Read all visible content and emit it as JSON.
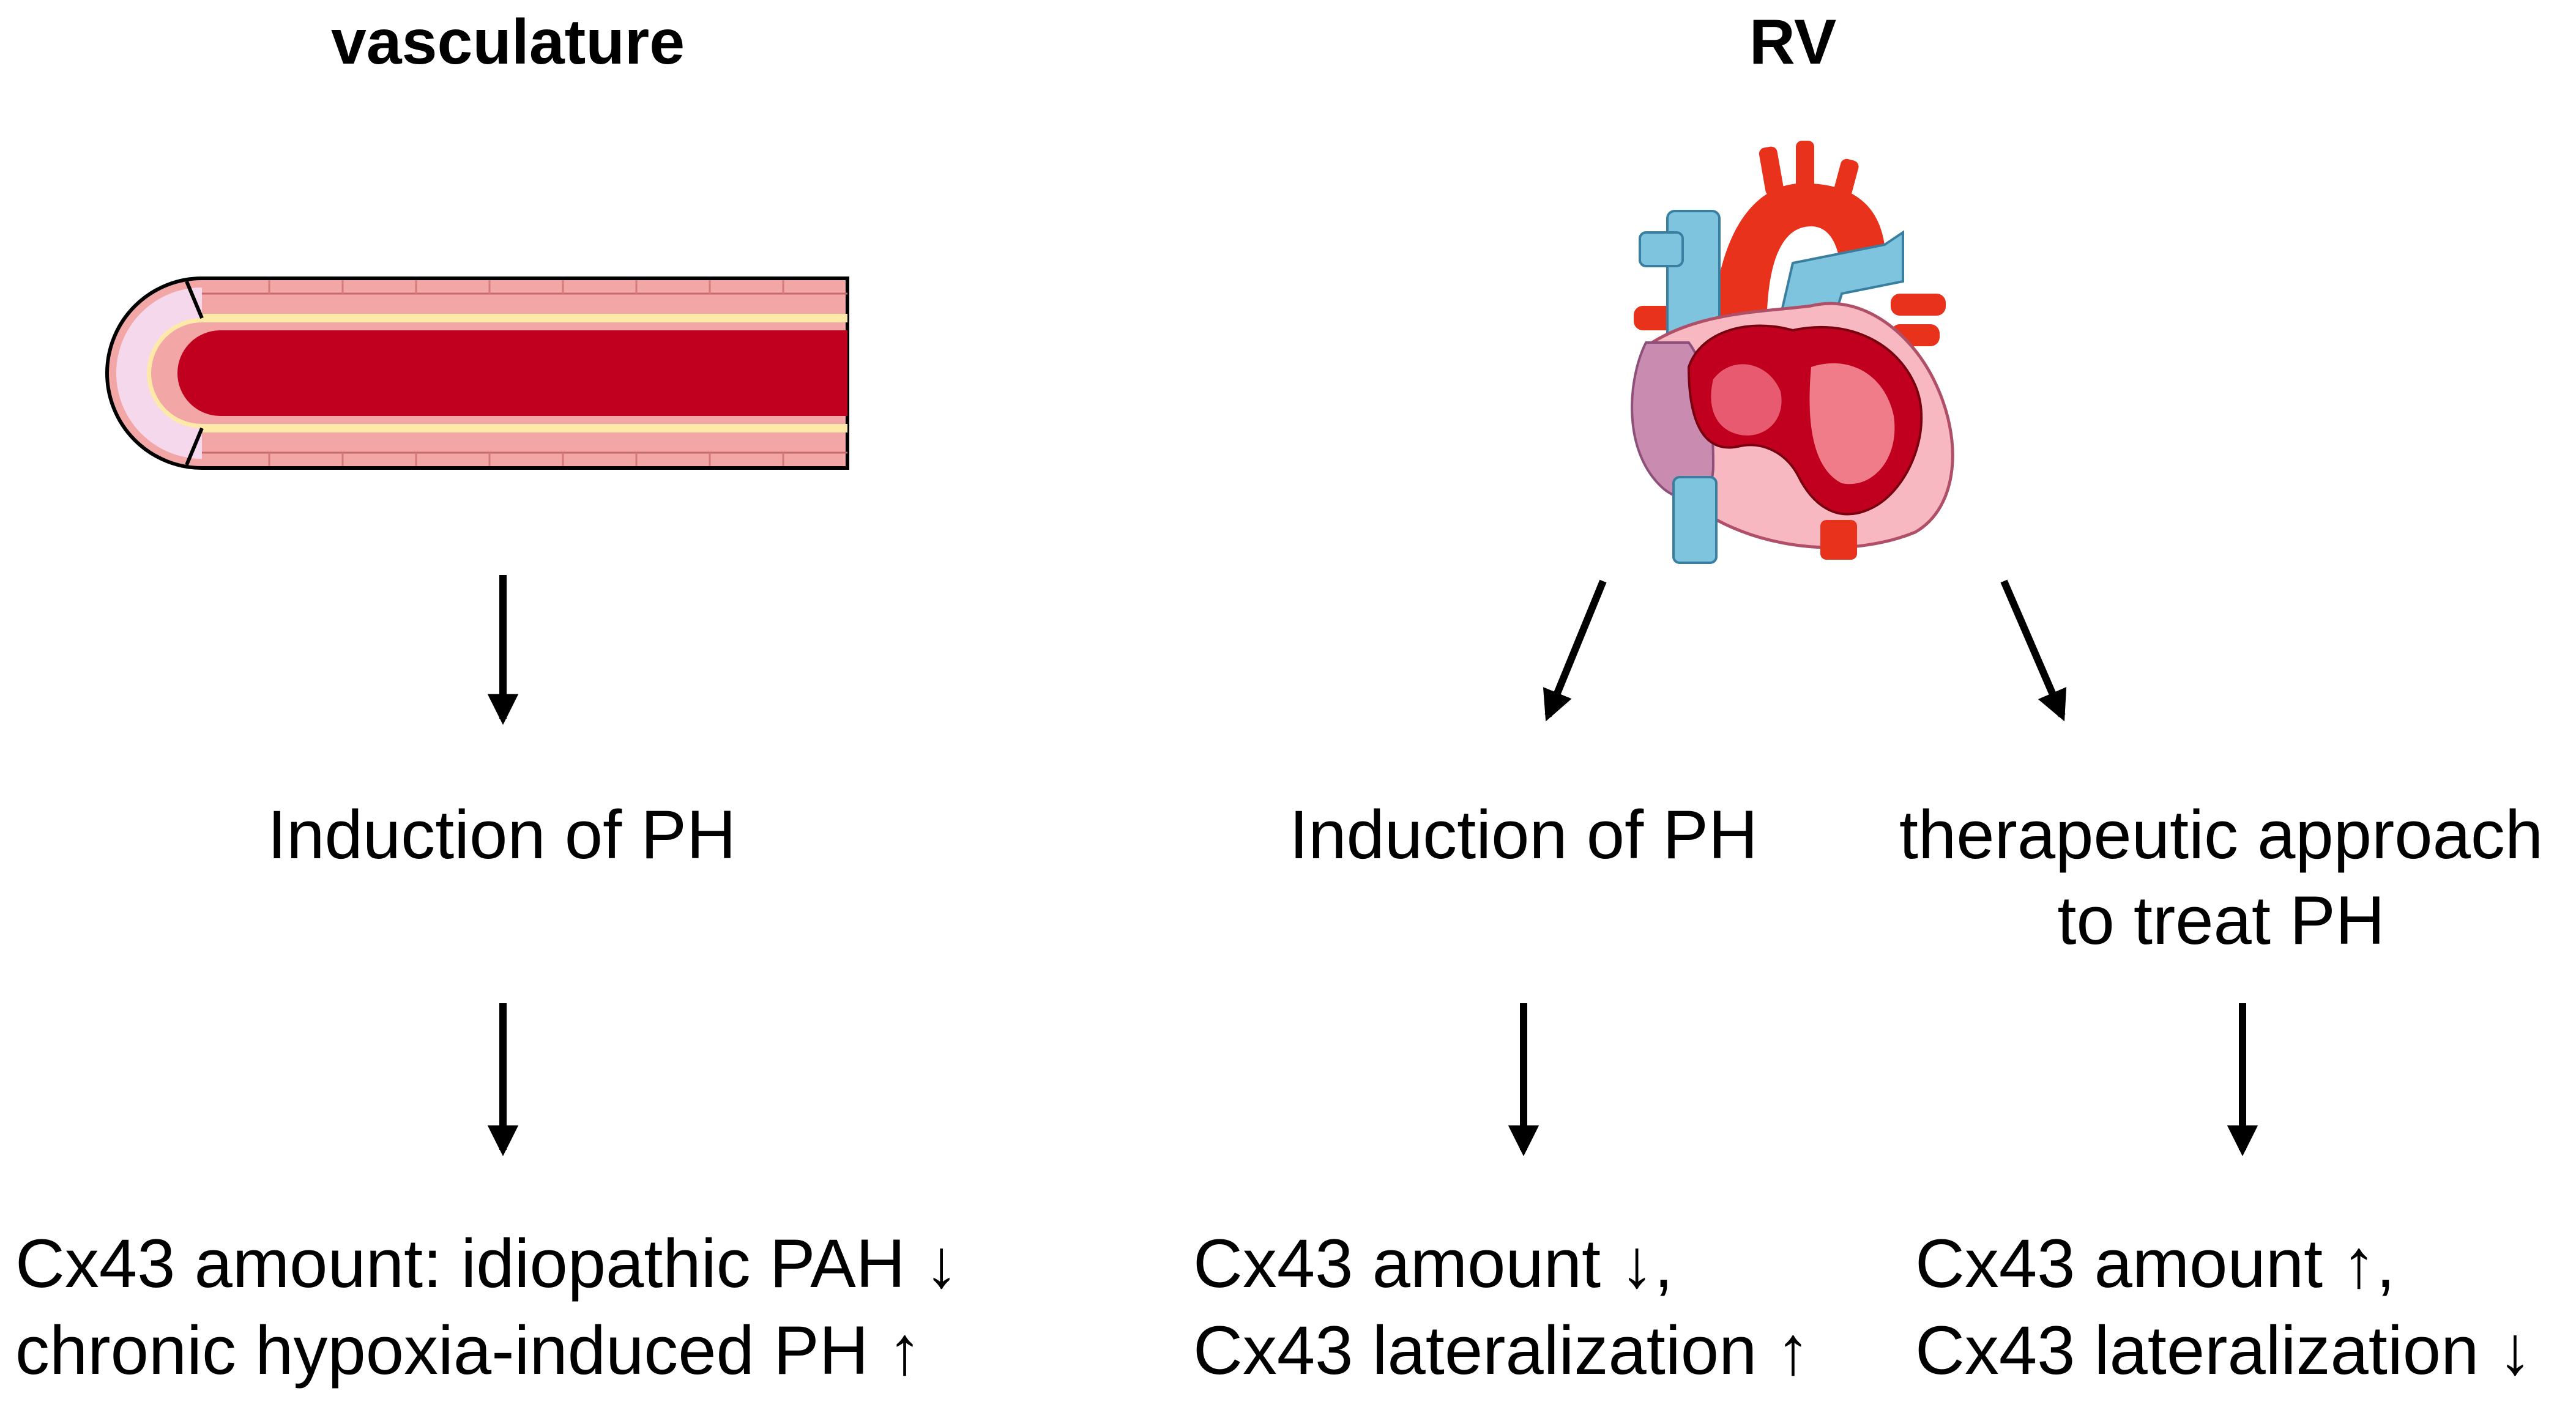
{
  "headings": {
    "vasculature": "vasculature",
    "rv": "RV"
  },
  "vasculature_column": {
    "step": "Induction of PH",
    "result_line1": "Cx43 amount: idiopathic PAH ↓",
    "result_line2": "chronic hypoxia-induced PH ↑"
  },
  "rv_induction_column": {
    "step": "Induction of PH",
    "result_line1": "Cx43 amount ↓,",
    "result_line2": "Cx43 lateralization ↑"
  },
  "rv_therapy_column": {
    "step_line1": "therapeutic approach",
    "step_line2": "to treat PH",
    "result_line1": "Cx43 amount ↑,",
    "result_line2": "Cx43 lateralization ↓"
  },
  "illustrations": {
    "vessel": "blood-vessel-illustration",
    "heart": "heart-cross-section-illustration"
  },
  "colors": {
    "blood": "#C0001E",
    "vessel_wall": "#F2A6A6",
    "vessel_intima": "#FFE9A8",
    "heart_red": "#E8321C",
    "heart_blue": "#7FC4DE",
    "heart_pink": "#F7B8C2",
    "heart_atrium": "#C98BB0"
  }
}
